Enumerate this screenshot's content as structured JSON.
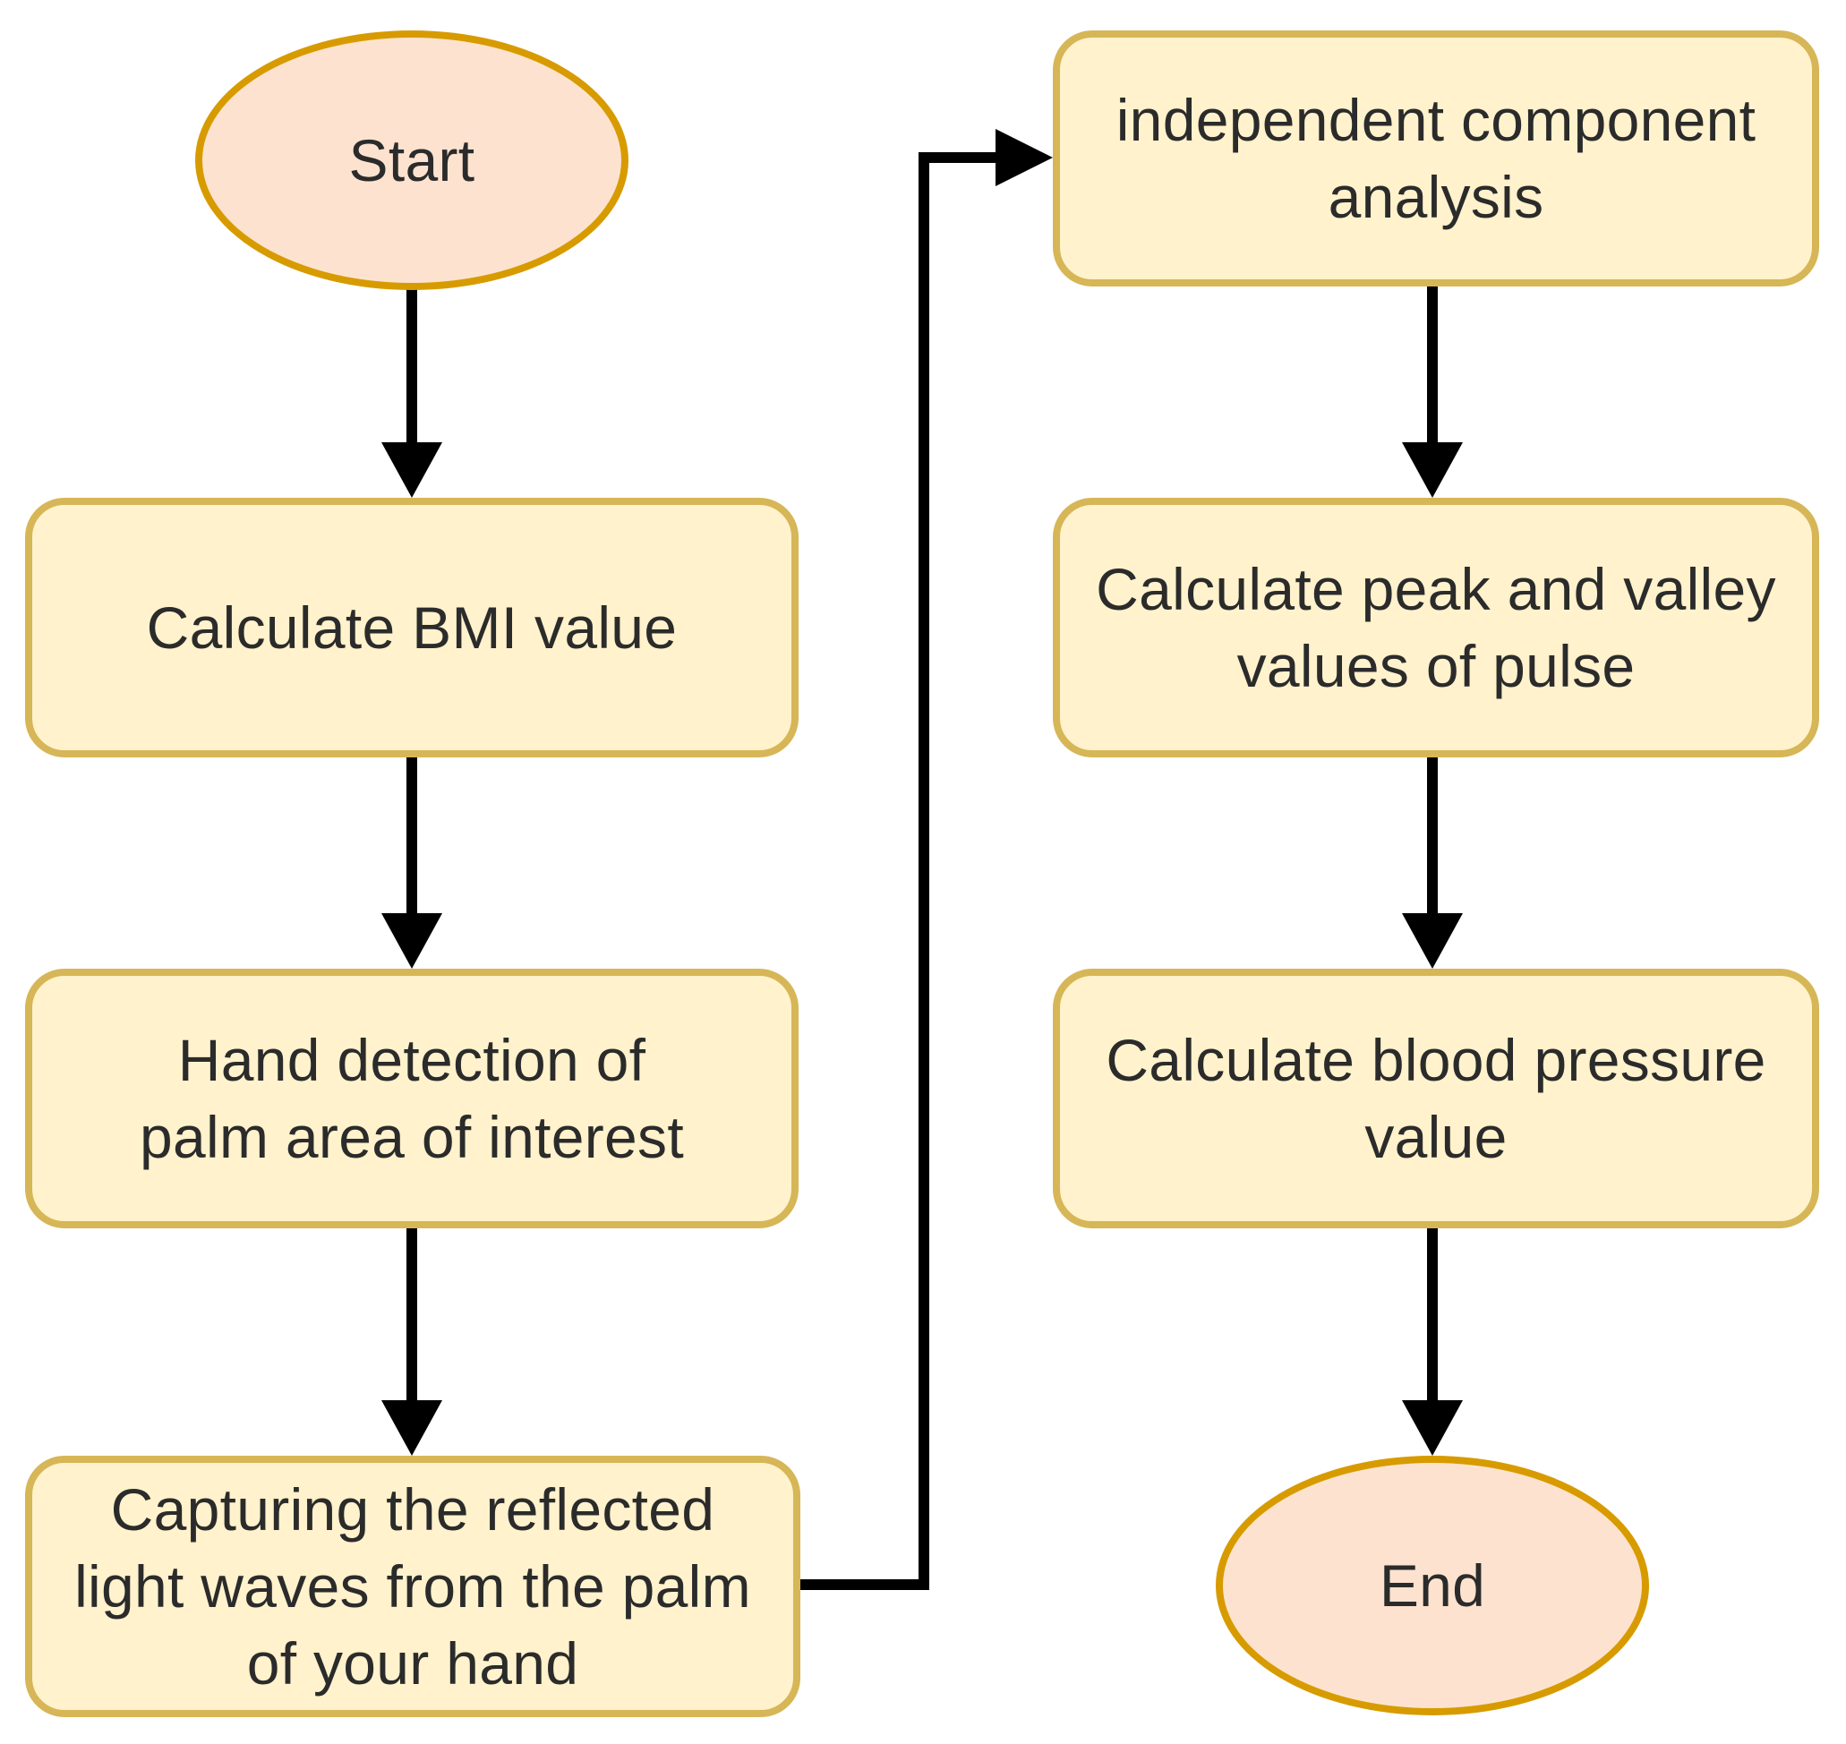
{
  "diagram": {
    "colors": {
      "process_fill": "#fff2cc",
      "process_stroke": "#d6b656",
      "terminal_fill": "#fde3cf",
      "terminal_stroke": "#d79b00",
      "connector": "#000000",
      "text": "#2b2b2b"
    },
    "nodes": {
      "start": {
        "label": "Start"
      },
      "bmi": {
        "label": "Calculate BMI value"
      },
      "hand_detection": {
        "label": "Hand detection of palm area of interest"
      },
      "capture": {
        "label": "Capturing the reflected light waves from the palm of your hand"
      },
      "ica": {
        "label": "independent component analysis"
      },
      "peak_valley": {
        "label": "Calculate peak and valley values of pulse"
      },
      "blood_pressure": {
        "label": "Calculate blood pressure value"
      },
      "end": {
        "label": "End"
      }
    },
    "edges": [
      {
        "from": "start",
        "to": "bmi"
      },
      {
        "from": "bmi",
        "to": "hand_detection"
      },
      {
        "from": "hand_detection",
        "to": "capture"
      },
      {
        "from": "capture",
        "to": "ica"
      },
      {
        "from": "ica",
        "to": "peak_valley"
      },
      {
        "from": "peak_valley",
        "to": "blood_pressure"
      },
      {
        "from": "blood_pressure",
        "to": "end"
      }
    ]
  }
}
